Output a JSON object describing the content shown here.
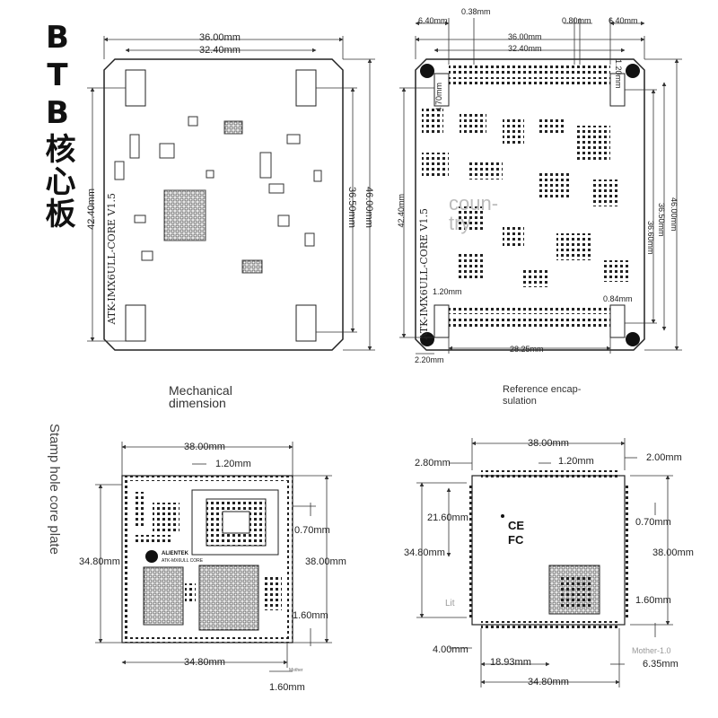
{
  "quadrants": {
    "btb_mech": {
      "title": "BTB核心板",
      "caption": "Mechanical dimension",
      "board_label": "ATK-IMX6ULL-CORE V1.5",
      "dims": {
        "w_outer": "36.00mm",
        "w_inner": "32.40mm",
        "h_left": "42.40mm",
        "h_right1": "36.50mm",
        "h_right2": "46.00mm"
      }
    },
    "btb_ref": {
      "caption": "Reference encap- sulation",
      "board_label": "ATK-IMX6ULL-CORE V1.5",
      "watermark": "coun- try",
      "dims": {
        "top_640_left": "6.40mm",
        "top_038": "0.38mm",
        "top_080": "0.80mm",
        "top_640_right": "6.40mm",
        "w_36": "36.00mm",
        "w_324": "32.40mm",
        "pin_470": "4.70mm",
        "pin_120_top": "1.20mm",
        "h_left": "42.40mm",
        "h_3660": "36.60mm",
        "h_3650": "36.50mm",
        "h_4600": "46.00mm",
        "bot_120": "1.20mm",
        "bot_084": "0.84mm",
        "bot_2825": "28.25mm",
        "bot_220": "2.20mm"
      }
    },
    "stamp": {
      "side_label": "Stamp hole core plate",
      "logo_text": "ALIENTEK",
      "logo_sub": "ATK-MX6ULL CORE",
      "mother_text": "Mother",
      "dims": {
        "top_38": "38.00mm",
        "top_120": "1.20mm",
        "left_3480": "34.80mm",
        "r_070": "0.70mm",
        "r_3800": "38.00mm",
        "r_160": "1.60mm",
        "bot_3480": "34.80mm",
        "bot_160": "1.60mm"
      }
    },
    "stamp_ref": {
      "ce_text": "CE",
      "fc_text": "FC",
      "ghost_left": "Lit",
      "ghost_right": "Mother-1.0",
      "dims": {
        "top_38": "38.00mm",
        "top_200": "2.00mm",
        "top_280": "2.80mm",
        "top_120": "1.20mm",
        "l_2160": "21.60mm",
        "l_3480": "34.80mm",
        "r_070": "0.70mm",
        "r_3800": "38.00mm",
        "r_160": "1.60mm",
        "bot_400": "4.00mm",
        "bot_1893": "18.93mm",
        "bot_635": "6.35mm",
        "bot_3480": "34.80mm"
      }
    }
  },
  "colors": {
    "ink": "#111111",
    "line": "#333333",
    "silk": "#555555",
    "bg": "#ffffff"
  }
}
